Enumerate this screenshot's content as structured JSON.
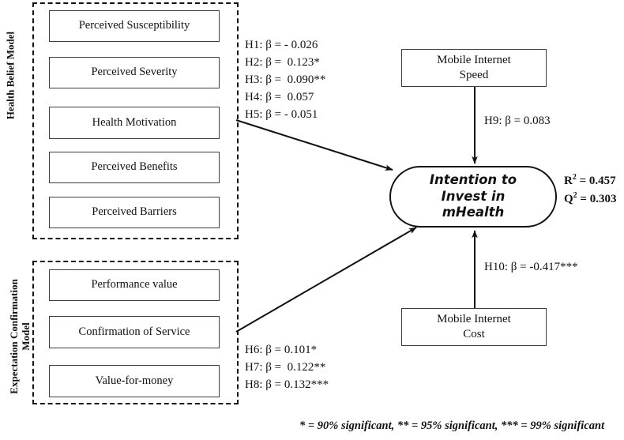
{
  "diagram": {
    "title": "mHealth investment intention research model",
    "groups": [
      {
        "id": "health-belief-model",
        "caption": "Health Belief Model",
        "constructs": [
          "Perceived Susceptibility",
          "Perceived Severity",
          "Health Motivation",
          "Perceived Benefits",
          "Perceived Barriers"
        ]
      },
      {
        "id": "expectation-confirmation-model",
        "caption_line1": "Expectation Confirmation",
        "caption_line2": "Model",
        "constructs": [
          "Performance value",
          "Confirmation of Service",
          "Value-for-money"
        ]
      }
    ],
    "endogenous": {
      "line1": "Intention to Invest in",
      "line2": "mHealth"
    },
    "moderators": [
      {
        "id": "mobile-internet-speed",
        "line1": "Mobile Internet",
        "line2": "Speed"
      },
      {
        "id": "mobile-internet-cost",
        "line1": "Mobile Internet",
        "line2": "Cost"
      }
    ],
    "hypotheses_upper": "H1: β = - 0.026\nH2: β =  0.123*\nH3: β =  0.090**\nH4: β =  0.057\nH5: β = - 0.051",
    "hypotheses_lower": "H6: β = 0.101*\nH7: β =  0.122**\nH8: β = 0.132***",
    "path_h9": "H9: β = 0.083",
    "path_h10": "H10: β = -0.417***",
    "stats": {
      "r2_symbol": "R",
      "r2_value": " = 0.457",
      "q2_symbol": "Q",
      "q2_value": " = 0.303",
      "exponent": "2"
    },
    "footnote": "* = 90% significant, ** = 95% significant, *** = 99% significant",
    "colors": {
      "line": "#111111",
      "box_border": "#3d3d3d",
      "background": "#ffffff"
    }
  },
  "chart_data": {
    "type": "diagram",
    "title": "Structural model of intention to invest in mHealth",
    "nodes": [
      {
        "id": "perceived-susceptibility",
        "label": "Perceived Susceptibility",
        "group": "Health Belief Model"
      },
      {
        "id": "perceived-severity",
        "label": "Perceived Severity",
        "group": "Health Belief Model"
      },
      {
        "id": "health-motivation",
        "label": "Health Motivation",
        "group": "Health Belief Model"
      },
      {
        "id": "perceived-benefits",
        "label": "Perceived Benefits",
        "group": "Health Belief Model"
      },
      {
        "id": "perceived-barriers",
        "label": "Perceived Barriers",
        "group": "Health Belief Model"
      },
      {
        "id": "performance-value",
        "label": "Performance value",
        "group": "Expectation Confirmation Model"
      },
      {
        "id": "confirmation-of-service",
        "label": "Confirmation of Service",
        "group": "Expectation Confirmation Model"
      },
      {
        "id": "value-for-money",
        "label": "Value-for-money",
        "group": "Expectation Confirmation Model"
      },
      {
        "id": "intention-to-invest",
        "label": "Intention to Invest in mHealth",
        "group": "endogenous"
      },
      {
        "id": "mobile-internet-speed",
        "label": "Mobile Internet Speed",
        "group": "moderator"
      },
      {
        "id": "mobile-internet-cost",
        "label": "Mobile Internet Cost",
        "group": "moderator"
      }
    ],
    "paths": [
      {
        "hypothesis": "H1",
        "from": "perceived-susceptibility",
        "to": "intention-to-invest",
        "beta": -0.026,
        "significance": ""
      },
      {
        "hypothesis": "H2",
        "from": "perceived-severity",
        "to": "intention-to-invest",
        "beta": 0.123,
        "significance": "*"
      },
      {
        "hypothesis": "H3",
        "from": "health-motivation",
        "to": "intention-to-invest",
        "beta": 0.09,
        "significance": "**"
      },
      {
        "hypothesis": "H4",
        "from": "perceived-benefits",
        "to": "intention-to-invest",
        "beta": 0.057,
        "significance": ""
      },
      {
        "hypothesis": "H5",
        "from": "perceived-barriers",
        "to": "intention-to-invest",
        "beta": -0.051,
        "significance": ""
      },
      {
        "hypothesis": "H6",
        "from": "performance-value",
        "to": "intention-to-invest",
        "beta": 0.101,
        "significance": "*"
      },
      {
        "hypothesis": "H7",
        "from": "confirmation-of-service",
        "to": "intention-to-invest",
        "beta": 0.122,
        "significance": "**"
      },
      {
        "hypothesis": "H8",
        "from": "value-for-money",
        "to": "intention-to-invest",
        "beta": 0.132,
        "significance": "***"
      },
      {
        "hypothesis": "H9",
        "from": "mobile-internet-speed",
        "to": "intention-to-invest",
        "beta": 0.083,
        "significance": ""
      },
      {
        "hypothesis": "H10",
        "from": "mobile-internet-cost",
        "to": "intention-to-invest",
        "beta": -0.417,
        "significance": "***"
      }
    ],
    "fit_statistics": {
      "R2": 0.457,
      "Q2": 0.303
    },
    "significance_legend": {
      "*": "90% significant",
      "**": "95% significant",
      "***": "99% significant"
    }
  }
}
